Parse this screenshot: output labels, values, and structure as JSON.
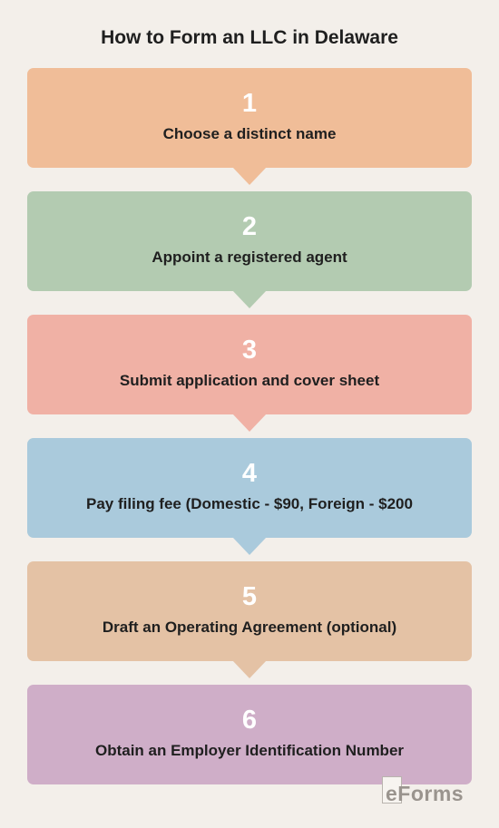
{
  "title": "How to Form an LLC in Delaware",
  "steps": [
    {
      "number": "1",
      "label": "Choose a distinct name",
      "color": "#f0bd98"
    },
    {
      "number": "2",
      "label": "Appoint a registered agent",
      "color": "#b3cbb1"
    },
    {
      "number": "3",
      "label": "Submit application and cover sheet",
      "color": "#f0b1a5"
    },
    {
      "number": "4",
      "label": "Pay filing fee (Domestic - $90, Foreign - $200",
      "color": "#aacadc"
    },
    {
      "number": "5",
      "label": "Draft an Operating Agreement (optional)",
      "color": "#e4c2a5"
    },
    {
      "number": "6",
      "label": "Obtain an Employer Identification Number",
      "color": "#cfaec8"
    }
  ],
  "logo": {
    "text": "eForms"
  }
}
